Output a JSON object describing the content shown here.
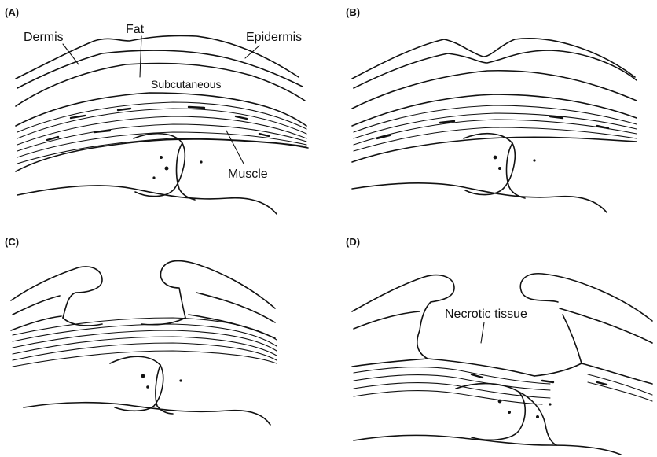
{
  "panels": [
    {
      "id": "A",
      "label": "(A)",
      "annotations": {
        "dermis": "Dermis",
        "fat": "Fat",
        "epidermis": "Epidermis",
        "subcutaneous": "Subcutaneous",
        "muscle": "Muscle"
      }
    },
    {
      "id": "B",
      "label": "(B)"
    },
    {
      "id": "C",
      "label": "(C)"
    },
    {
      "id": "D",
      "label": "(D)",
      "annotations": {
        "necrotic_tissue": "Necrotic tissue"
      }
    }
  ],
  "colors": {
    "ink": "#111111",
    "background": "#ffffff"
  }
}
